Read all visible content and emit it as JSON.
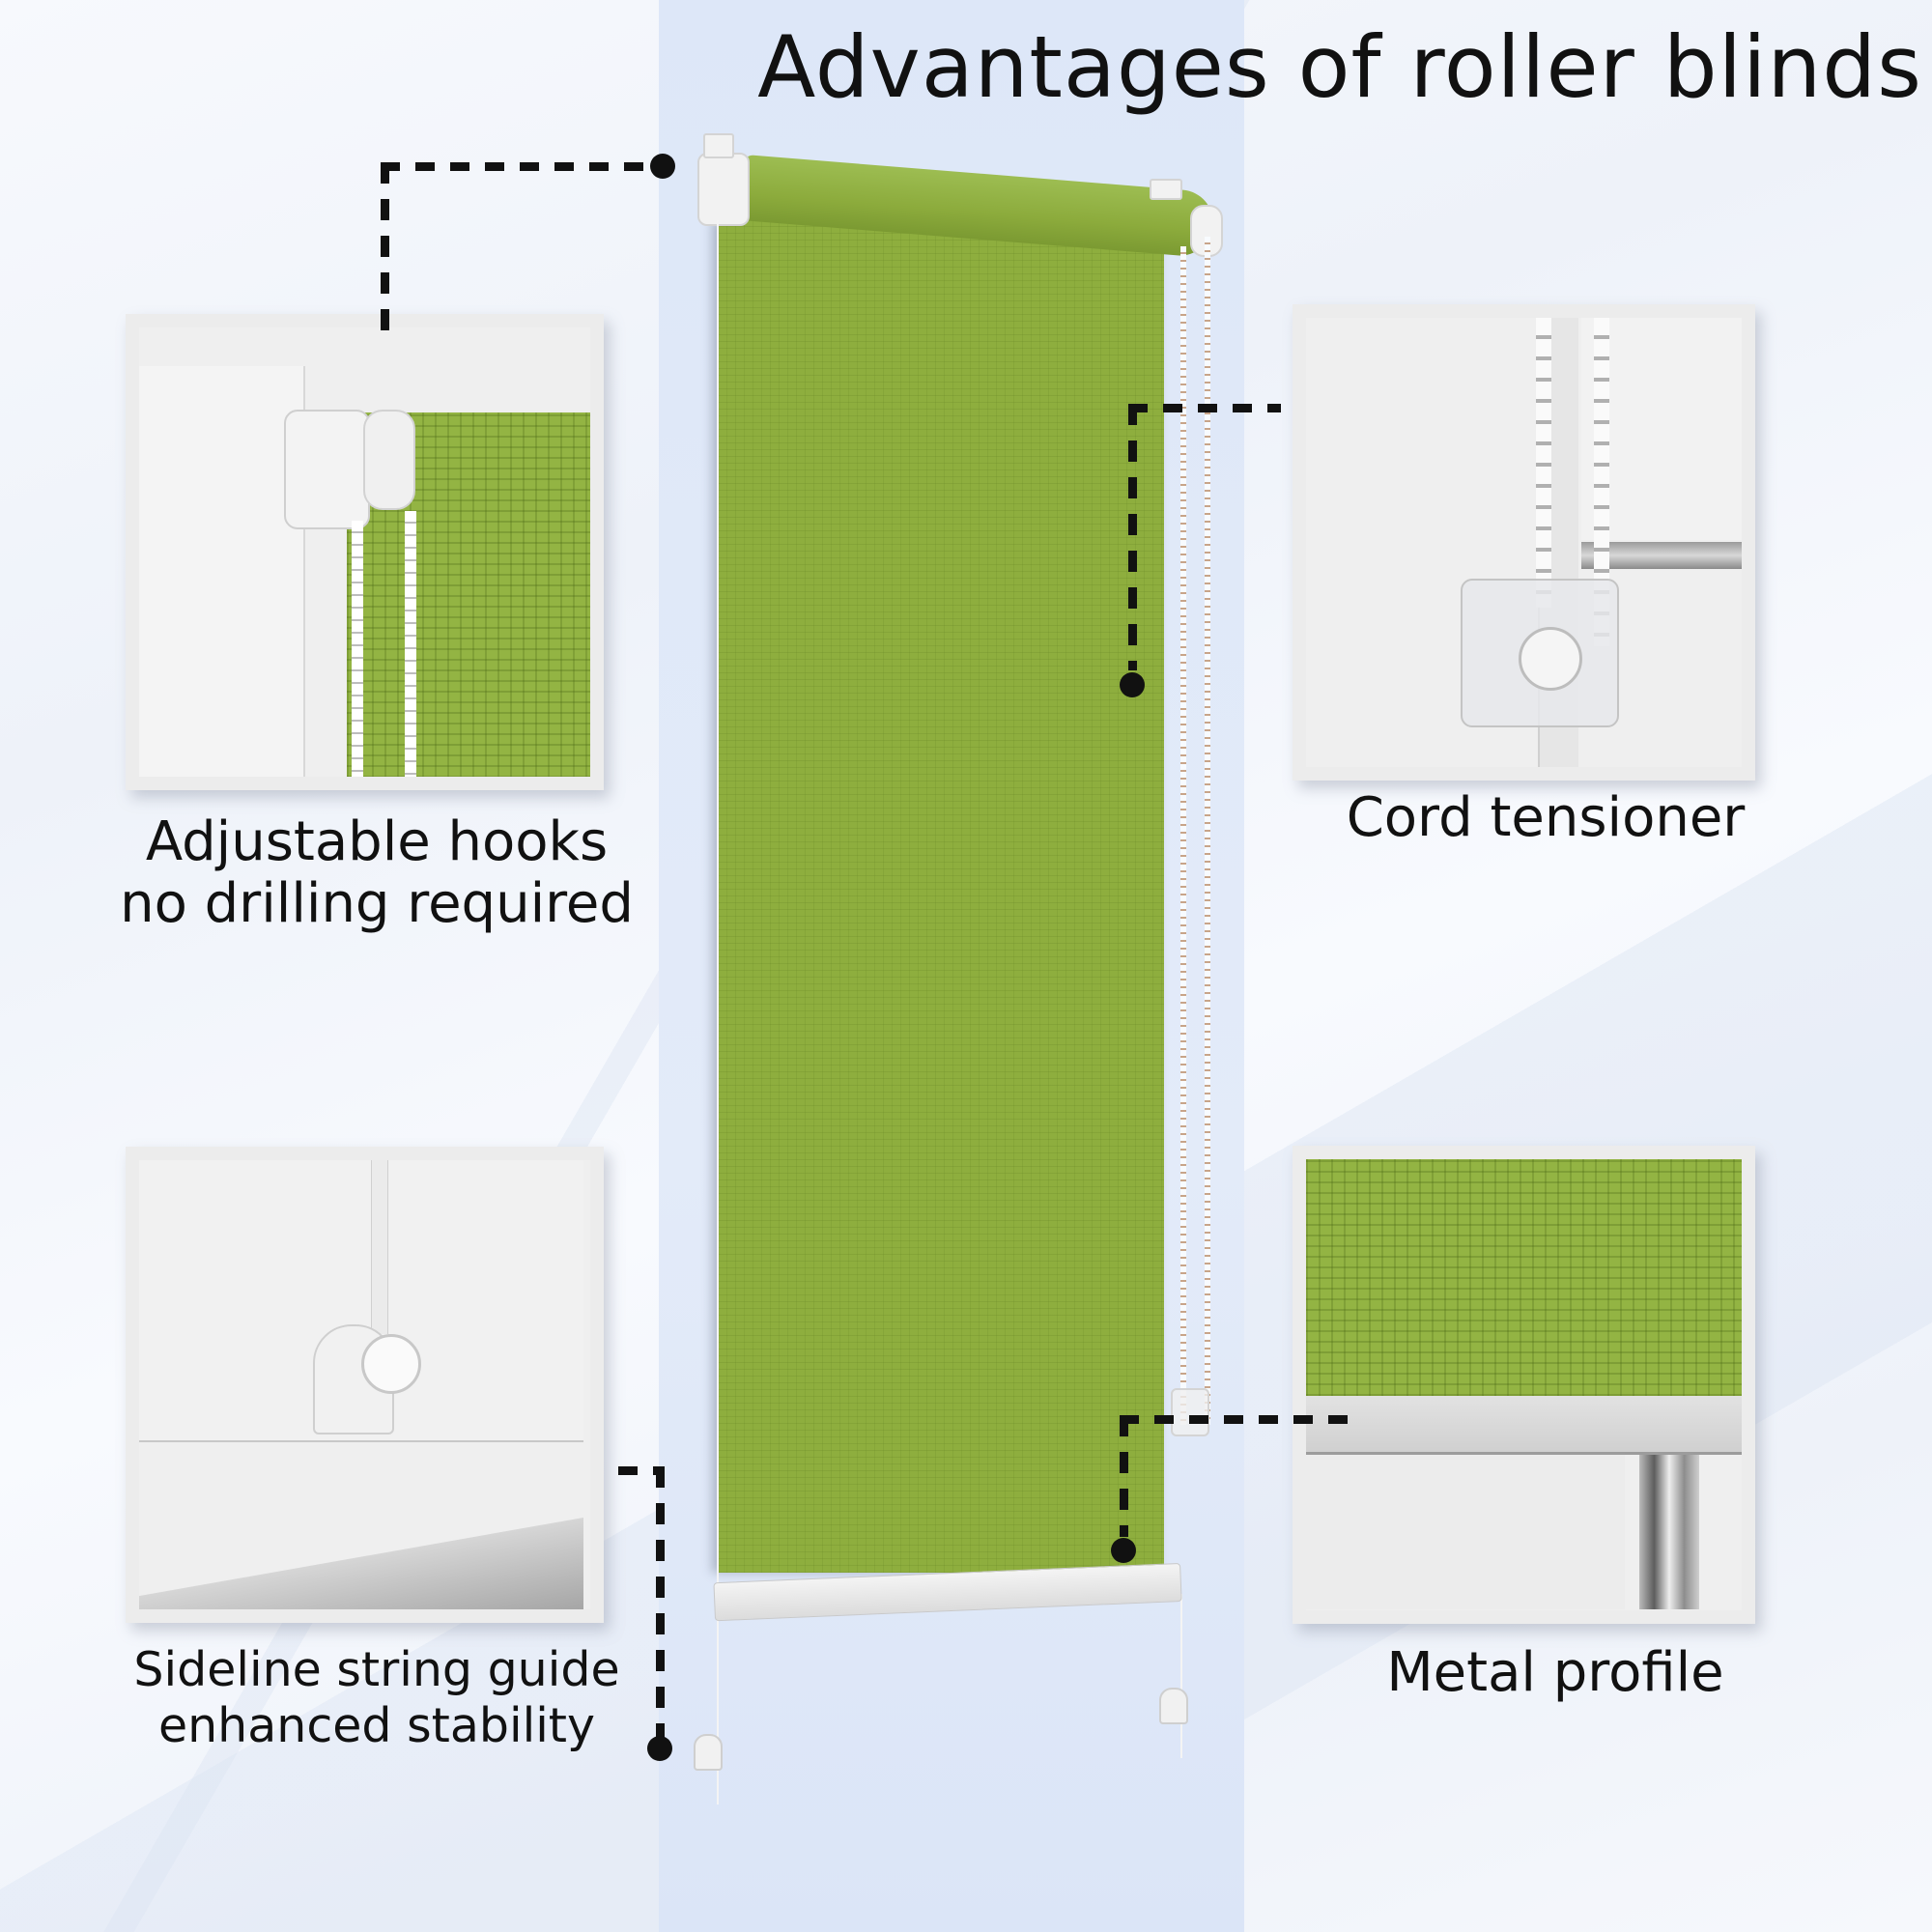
{
  "title": "Advantages of roller blinds",
  "colors": {
    "fabric_green": "#8eae3e",
    "background": "#f5f7fc",
    "center_column": "#dfe8f8",
    "text": "#111111",
    "connector": "#111111"
  },
  "features": [
    {
      "id": "adjustable-hooks",
      "label_line1": "Adjustable hooks",
      "label_line2": "no drilling required",
      "photo": "bracket-with-bead-chain"
    },
    {
      "id": "cord-tensioner",
      "label_line1": "Cord tensioner",
      "photo": "clear-chain-tensioner"
    },
    {
      "id": "sideline-string-guide",
      "label_line1": "Sideline string guide",
      "label_line2": "enhanced stability",
      "photo": "string-guide-clip"
    },
    {
      "id": "metal-profile",
      "label_line1": "Metal profile",
      "photo": "bottom-rail-profile"
    }
  ],
  "product": {
    "type": "roller blind",
    "fabric_color": "green",
    "icons": [
      "bead-chain",
      "mounting-bracket",
      "string-anchor"
    ]
  }
}
